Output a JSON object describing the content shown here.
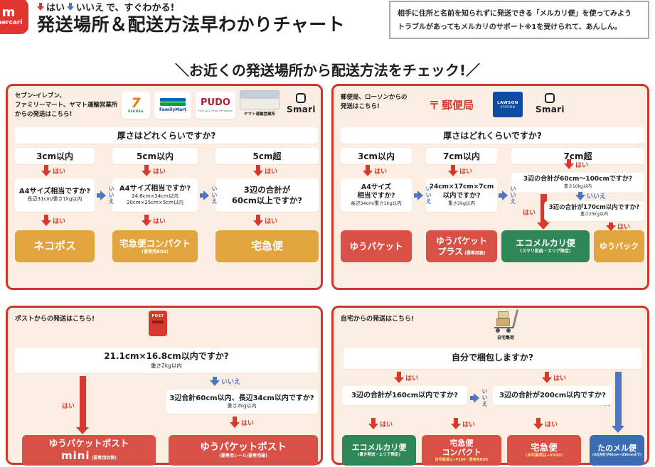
{
  "labels": {
    "yes": "はい",
    "no": "いいえ"
  },
  "header": {
    "logo_mark": "m",
    "logo_text": "mercari",
    "tagline_suffix": "で、すぐわかる!",
    "title": "発送場所＆配送方法早わかりチャート",
    "info_line1": "相手に住所と名前を知られずに発送できる「メルカリ便」を使ってみよう",
    "info_line2": "トラブルがあってもメルカリのサポート※1を受けられて、あんしん。",
    "section_heading": "＼お近くの発送場所から配送方法をチェック!／"
  },
  "panel_konbini": {
    "header_line1": "セブン-イレブン、",
    "header_line2": "ファミリーマート、ヤマト運輸営業所",
    "header_line3": "からの発送はこちら!",
    "logo_seven": "7",
    "logo_seven_sub": "ELEVEn",
    "logo_familymart": "FamilyMart",
    "logo_pudo": "PUDO",
    "logo_pudo_sub": "Pick up & Drop Off station",
    "logo_yamato_caption": "ヤマト運輸営業所",
    "logo_smari": "Smari",
    "thickness_q": "厚さはどれくらいですか?",
    "size1": "3cm以内",
    "size2": "5cm以内",
    "size3": "5cm超",
    "q1_main": "A4サイズ相当ですか?",
    "q1_sub": "長辺31cm/重さ1kg以内",
    "q2_main": "A4サイズ相当ですか?",
    "q2_sub1": "24.8cm×34cm以内",
    "q2_sub2": "20cm×25cm×5cm以内",
    "q3_line1": "3辺の合計が",
    "q3_line2": "60cm以上ですか?",
    "btn1": "ネコポス",
    "btn2": "宅急便コンパクト",
    "btn2_sub": "(要専用BOX)",
    "btn3": "宅急便"
  },
  "panel_post_office": {
    "header_line1": "郵便局、ローソンからの",
    "header_line2": "発送はこちら!",
    "logo_yubin_mark": "〒",
    "logo_yubin": "郵便局",
    "logo_lawson": "LAWSON",
    "logo_lawson_sub": "STATION",
    "logo_smari": "Smari",
    "thickness_q": "厚さはどれくらいですか?",
    "size1": "3cm以内",
    "size2": "7cm以内",
    "size3": "7cm超",
    "q1_line1": "A4サイズ",
    "q1_line2": "相当ですか?",
    "q1_sub": "長辺34cm/重さ1kg以内",
    "q2_line1": "24cm×17cm×7cm",
    "q2_line2": "以内ですか?",
    "q2_sub": "重さ2kg以内",
    "q3_main": "3辺の合計が60cm〜100cmですか?",
    "q3_sub": "重さ10kg以内",
    "q4_main": "3辺の合計が170cm以内ですか?",
    "q4_sub": "重さ25kg以内",
    "btn1": "ゆうパケット",
    "btn2_line1": "ゆうパケット",
    "btn2_line2": "プラス",
    "btn2_sub": "(要専用箱)",
    "btn3": "エコメルカリ便",
    "btn3_sub": "(スマリ投函・エリア限定)",
    "btn4": "ゆうパック"
  },
  "panel_postbox": {
    "header": "ポストからの発送はこちら!",
    "post_icon_label": "POST",
    "q1_main": "21.1cm×16.8cm以内ですか?",
    "q1_sub": "重さ2kg以内",
    "q2_main": "3辺合計60cm以内、長辺34cm以内ですか?",
    "q2_sub": "重さ2kg以内",
    "btn1_line1": "ゆうパケットポスト",
    "btn1_line2": "mini",
    "btn1_sub": "(要専用封筒)",
    "btn2": "ゆうパケットポスト",
    "btn2_sub": "(要専用シール/要専用箱)"
  },
  "panel_home": {
    "header": "自宅からの発送はこちら!",
    "icon_caption": "自宅集荷",
    "q1": "自分で梱包しますか?",
    "q2": "3辺の合計が160cm以内ですか?",
    "q3": "3辺の合計が200cm以内ですか?",
    "btn1": "エコメルカリ便",
    "btn1_sub": "(置き発送・エリア限定)",
    "btn2_line1": "宅急便",
    "btn2_line2": "コンパクト",
    "btn2_sub": "自宅集荷は+¥100・要専用BOX",
    "btn3": "宅急便",
    "btn3_sub": "(自宅集荷は+¥100)",
    "btn4": "たのメル便",
    "btn4_sub": "(3辺合計が80cm〜450cmまで)"
  },
  "colors": {
    "brand_red": "#e3352f",
    "panel_border": "#cf382b",
    "panel_bg": "#fceee2",
    "button_orange": "#e2a43c",
    "button_red": "#d95046",
    "button_green": "#2f8657",
    "button_blue": "#3a6cb4",
    "arrow_red": "#d63a2e",
    "arrow_blue": "#4d77c2"
  }
}
